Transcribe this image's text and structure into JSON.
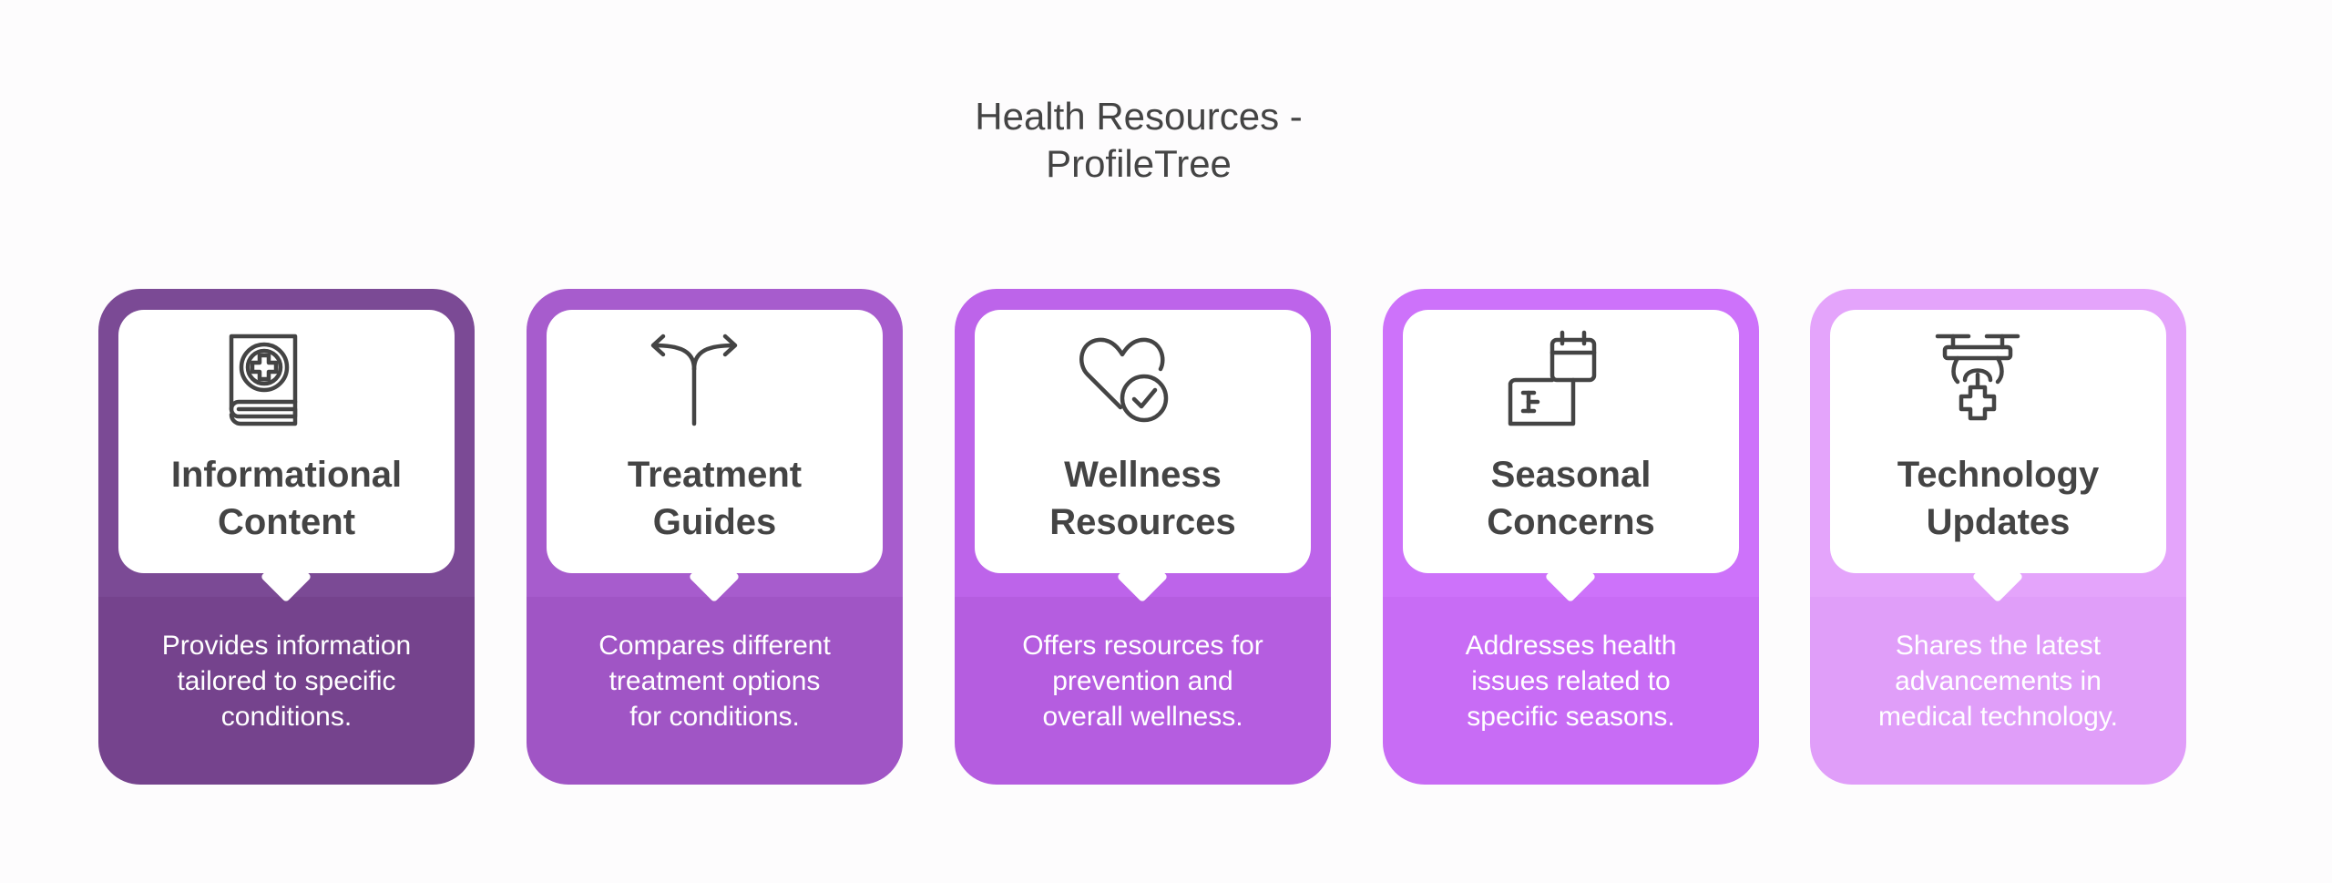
{
  "title": {
    "line1": "Health Resources -",
    "line2": "ProfileTree"
  },
  "cards": [
    {
      "heading_line1": "Informational",
      "heading_line2": "Content",
      "desc_line1": "Provides information",
      "desc_line2": "tailored to specific",
      "desc_line3": "conditions.",
      "icon": "medical-book-icon",
      "top_color": "#7b4a95",
      "bottom_color": "#75438d"
    },
    {
      "heading_line1": "Treatment",
      "heading_line2": "Guides",
      "desc_line1": "Compares different",
      "desc_line2": "treatment options",
      "desc_line3": "for conditions.",
      "icon": "split-arrows-icon",
      "top_color": "#a75ccd",
      "bottom_color": "#a055c5"
    },
    {
      "heading_line1": "Wellness",
      "heading_line2": "Resources",
      "desc_line1": "Offers resources for",
      "desc_line2": "prevention and",
      "desc_line3": "overall wellness.",
      "icon": "heart-check-icon",
      "top_color": "#bd64ea",
      "bottom_color": "#b55de0"
    },
    {
      "heading_line1": "Seasonal",
      "heading_line2": "Concerns",
      "desc_line1": "Addresses health",
      "desc_line2": "issues related to",
      "desc_line3": "specific seasons.",
      "icon": "calendar-thermometer-icon",
      "top_color": "#cd72fa",
      "bottom_color": "#c86cf5"
    },
    {
      "heading_line1": "Technology",
      "heading_line2": "Updates",
      "desc_line1": "Shares the latest",
      "desc_line2": "advancements in",
      "desc_line3": "medical technology.",
      "icon": "medical-drone-icon",
      "top_color": "#e4a4fb",
      "bottom_color": "#e09ef9"
    }
  ]
}
